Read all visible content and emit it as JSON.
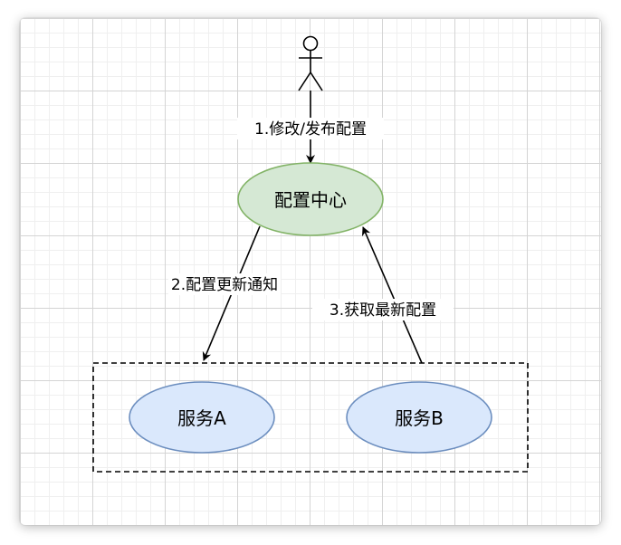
{
  "diagram": {
    "actor_label": "",
    "edges": {
      "publish": "1.修改/发布配置",
      "notify": "2.配置更新通知",
      "fetch": "3.获取最新配置"
    },
    "nodes": {
      "config_center": "配置中心",
      "service_a": "服务A",
      "service_b": "服务B"
    },
    "colors": {
      "config_center_fill": "#d5e8d4",
      "config_center_stroke": "#82b366",
      "service_fill": "#dae8fc",
      "service_stroke": "#6c8ebf",
      "line": "#000000"
    }
  }
}
